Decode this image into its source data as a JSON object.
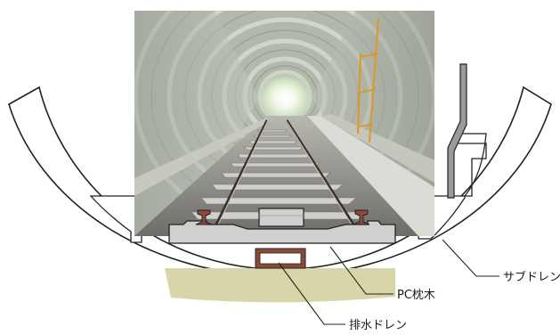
{
  "labels": {
    "sub_drain": "サブドレン",
    "pc_sleeper": "PC枕木",
    "drain_pipe": "排水ドレン"
  },
  "colors": {
    "outline": "#222222",
    "soil_fill": "#d8d6a8",
    "concrete_fill": "#d0d0d0",
    "drain_frame": "#8a4a38",
    "rail_fill": "#8a4a38",
    "steel_fill": "#9a9a9a"
  }
}
